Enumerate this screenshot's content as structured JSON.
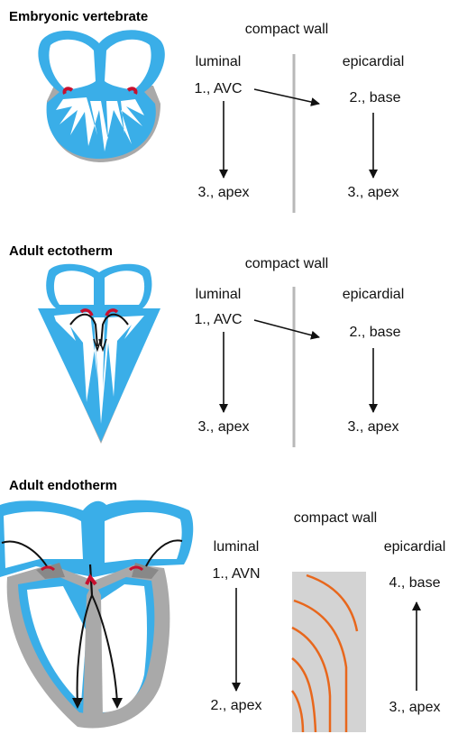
{
  "sections": [
    {
      "title": "Embryonic vertebrate",
      "compact_wall": "compact wall",
      "luminal": "luminal",
      "epicardial": "epicardial",
      "steps": {
        "first": "1., AVC",
        "second": "2., base",
        "apex_luminal": "3., apex",
        "apex_epicardial": "3., apex"
      }
    },
    {
      "title": "Adult ectotherm",
      "compact_wall": "compact wall",
      "luminal": "luminal",
      "epicardial": "epicardial",
      "steps": {
        "first": "1., AVC",
        "second": "2., base",
        "apex_luminal": "3., apex",
        "apex_epicardial": "3., apex"
      }
    },
    {
      "title": "Adult endotherm",
      "compact_wall": "compact wall",
      "luminal": "luminal",
      "epicardial": "epicardial",
      "steps": {
        "first": "1., AVN",
        "luminal_apex": "2., apex",
        "epicardial_apex": "3., apex",
        "epicardial_base": "4., base"
      }
    }
  ],
  "colors": {
    "myocardium_blue": "#3aaee8",
    "heart_grey": "#a9a9a9",
    "conduction_red": "#c8102e",
    "fiber_orange": "#e8671c",
    "divider_grey": "#b8b8b8",
    "panel_grey": "#d3d3d3"
  }
}
